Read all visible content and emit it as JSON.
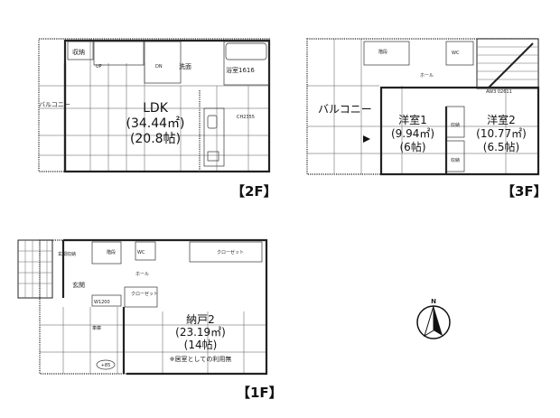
{
  "floor2": {
    "label": "【2F】",
    "rooms": {
      "ldk_name": "LDK",
      "ldk_area": "(34.44㎡)",
      "ldk_jo": "(20.8帖)",
      "storage": "収納",
      "washroom": "洗面",
      "bath": "浴室1616",
      "balcony": "バルコニー",
      "kitchen_code": "CH2355",
      "stair_dn": "DN",
      "stair_up": "UP"
    }
  },
  "floor3": {
    "label": "【3F】",
    "rooms": {
      "balcony": "バルコニー",
      "room1_name": "洋室1",
      "room1_area": "(9.94㎡)",
      "room1_jo": "(6帖)",
      "room2_name": "洋室2",
      "room2_area": "(10.77㎡)",
      "room2_jo": "(6.5帖)",
      "storage1": "収納",
      "storage2": "収納",
      "stairs": "階段",
      "hall": "ホール",
      "wc": "WC",
      "code": "AW3  02611"
    }
  },
  "floor1": {
    "label": "【1F】",
    "rooms": {
      "storage_name": "納戸2",
      "storage_area": "(23.19㎡)",
      "storage_jo": "(14帖)",
      "note": "※居室としての利用無",
      "entrance": "玄関",
      "entrance_storage": "玄関収納",
      "stairs": "階段",
      "hall": "ホール",
      "closet1": "クローゼット",
      "closet2": "クローゼット",
      "garage": "車庫",
      "level": "+85",
      "code": "W1200",
      "wc": "WC"
    }
  },
  "compass": {
    "label": "N"
  }
}
